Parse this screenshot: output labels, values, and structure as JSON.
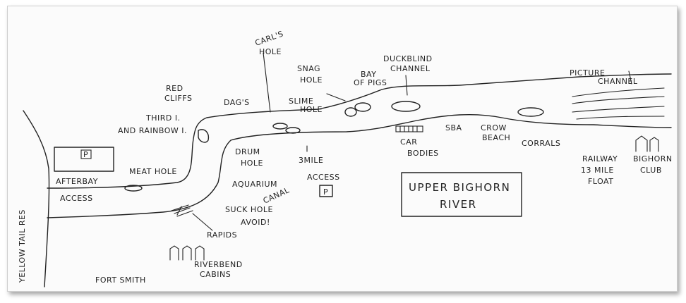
{
  "map": {
    "title_line1": "UPPER BIGHORN",
    "title_line2": "RIVER",
    "labels": {
      "yellowtail": "YELLOW TAIL RES",
      "afterbay": "AFTERBAY",
      "access_left": "ACCESS",
      "meat_hole": "MEAT HOLE",
      "third_island": "THIRD I.",
      "and_rainbow": "AND RAINBOW I.",
      "red_cliffs_1": "RED",
      "red_cliffs_2": "CLIFFS",
      "dags": "DAG'S",
      "carls_1": "CARL'S",
      "carls_2": "HOLE",
      "slime_1": "SLIME",
      "slime_2": "HOLE",
      "snag_1": "SNAG",
      "snag_2": "HOLE",
      "bay_1": "BAY",
      "bay_2": "OF PIGS",
      "duckblind_1": "DUCKBLIND",
      "duckblind_2": "CHANNEL",
      "picture_1": "PICTURE",
      "picture_2": "CHANNEL",
      "drum_1": "DRUM",
      "drum_2": "HOLE",
      "three_mile_1": "3MILE",
      "three_mile_2": "ACCESS",
      "parking_p": "P",
      "aquarium": "AQUARIUM",
      "canal": "CANAL",
      "suck_hole": "SUCK HOLE",
      "avoid": "AVOID!",
      "rapids": "RAPIDS",
      "riverbend_1": "RIVERBEND",
      "riverbend_2": "CABINS",
      "fort_smith": "FORT SMITH",
      "car_1": "CAR",
      "car_2": "BODIES",
      "sba": "SBA",
      "crow_1": "CROW",
      "crow_2": "BEACH",
      "corrals": "CORRALS",
      "railway_1": "RAILWAY",
      "railway_2": "13 MILE",
      "railway_3": "FLOAT",
      "bighorn_1": "BIGHORN",
      "bighorn_2": "CLUB",
      "afterbay_p": "P"
    }
  }
}
